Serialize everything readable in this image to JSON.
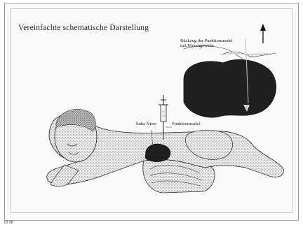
{
  "diagram": {
    "title": "Vereinfachte schematische Darstellung",
    "labels": {
      "kidney_left": "linke Niere",
      "needle": "Punktionsnadel",
      "withdrawal_line1": "Rückzug der Punktionsnadel",
      "withdrawal_line2": "mit Nierengewebe"
    },
    "footer_code": "03 08"
  }
}
